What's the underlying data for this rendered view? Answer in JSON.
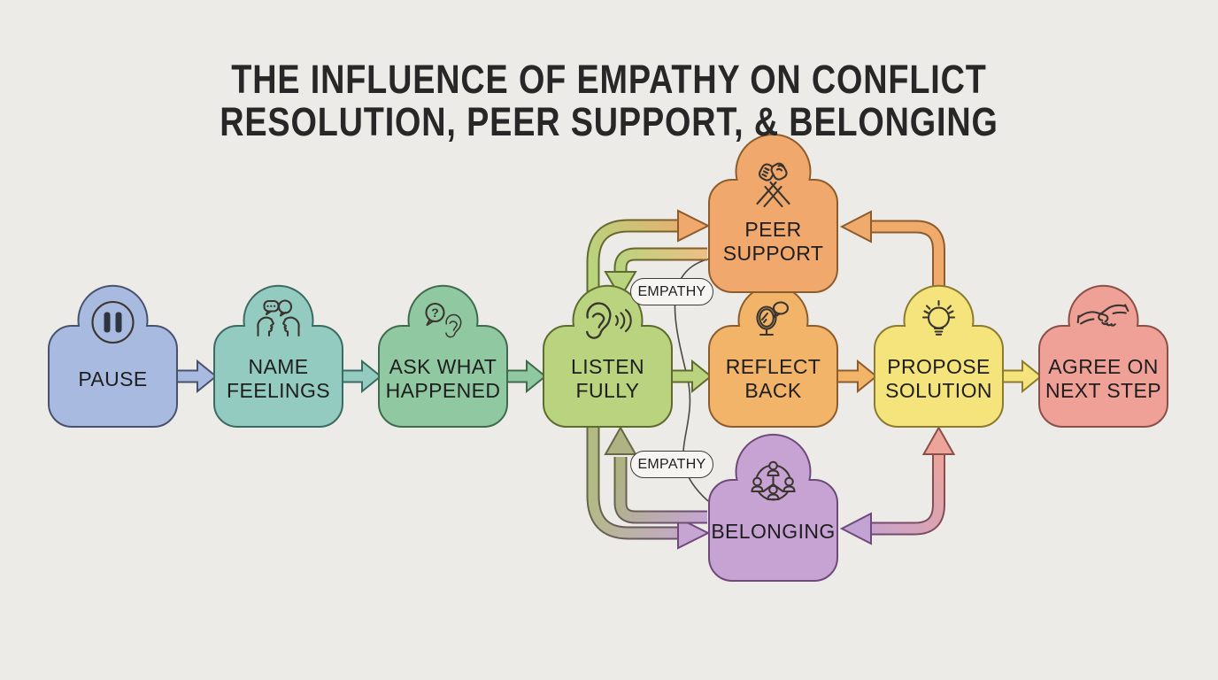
{
  "title": {
    "line1": "THE INFLUENCE OF EMPATHY ON CONFLICT",
    "line2": "RESOLUTION, PEER SUPPORT, & BELONGING"
  },
  "canvas": {
    "background": "#edebe7"
  },
  "nodes": {
    "pause": {
      "label": "PAUSE",
      "icon": "pause-icon",
      "fill": "#a9bae1"
    },
    "name_feelings": {
      "label": "NAME\nFEELINGS",
      "icon": "two-people-talking-icon",
      "fill": "#93cbc1"
    },
    "ask_what_happened": {
      "label": "ASK WHAT\nHAPPENED",
      "icon": "question-and-ear-icon",
      "fill": "#90c9a1",
      "icon_glyph": "?"
    },
    "listen_fully": {
      "label": "LISTEN\nFULLY",
      "icon": "listening-ear-icon",
      "fill": "#b9d37e"
    },
    "reflect_back": {
      "label": "REFLECT\nBACK",
      "icon": "mirror-speech-icon",
      "fill": "#f2b469"
    },
    "propose_solution": {
      "label": "PROPOSE\nSOLUTION",
      "icon": "lightbulb-icon",
      "fill": "#f4e47b"
    },
    "agree_next_step": {
      "label": "AGREE ON\nNEXT STEP",
      "icon": "handshake-icon",
      "fill": "#efa097"
    },
    "peer_support": {
      "label": "PEER\nSUPPORT",
      "icon": "arm-clasp-icon",
      "fill": "#f0a86d"
    },
    "belonging": {
      "label": "BELONGING",
      "icon": "people-network-icon",
      "fill": "#c7a3d4"
    }
  },
  "empathy_badges": {
    "top": "EMPATHY",
    "bottom": "EMPATHY"
  },
  "connectors": {
    "main_flow": [
      {
        "from": "pause",
        "to": "name_feelings",
        "color": "#a9bae1"
      },
      {
        "from": "name_feelings",
        "to": "ask_what_happened",
        "color": "#93cbc1"
      },
      {
        "from": "ask_what_happened",
        "to": "listen_fully",
        "color": "#90c9a1"
      },
      {
        "from": "listen_fully",
        "to": "reflect_back",
        "color": "#b9d37e"
      },
      {
        "from": "reflect_back",
        "to": "propose_solution",
        "color": "#f2b469"
      },
      {
        "from": "propose_solution",
        "to": "agree_next_step",
        "color": "#f4e47b"
      }
    ],
    "branches": [
      {
        "from": "listen_fully",
        "to": "peer_support",
        "style": "curved-loop",
        "colors": [
          "#b9d37e",
          "#f0a86d"
        ]
      },
      {
        "from": "peer_support",
        "to": "listen_fully",
        "style": "curved-loop",
        "colors": [
          "#edbf85",
          "#b9d37e"
        ]
      },
      {
        "from": "listen_fully",
        "to": "belonging",
        "style": "curved-loop",
        "colors": [
          "#b2bb84",
          "#c6a5d3"
        ]
      },
      {
        "from": "belonging",
        "to": "listen_fully",
        "style": "curved-loop",
        "colors": [
          "#c6a5d3",
          "#adb383"
        ]
      },
      {
        "from": "propose_solution",
        "to": "peer_support",
        "style": "elbow",
        "colors": [
          "#f0ab6c"
        ]
      },
      {
        "from": "propose_solution",
        "to": "belonging",
        "style": "elbow",
        "bidirectional": true,
        "colors": [
          "#eca49b",
          "#c3a3d3"
        ]
      }
    ]
  }
}
